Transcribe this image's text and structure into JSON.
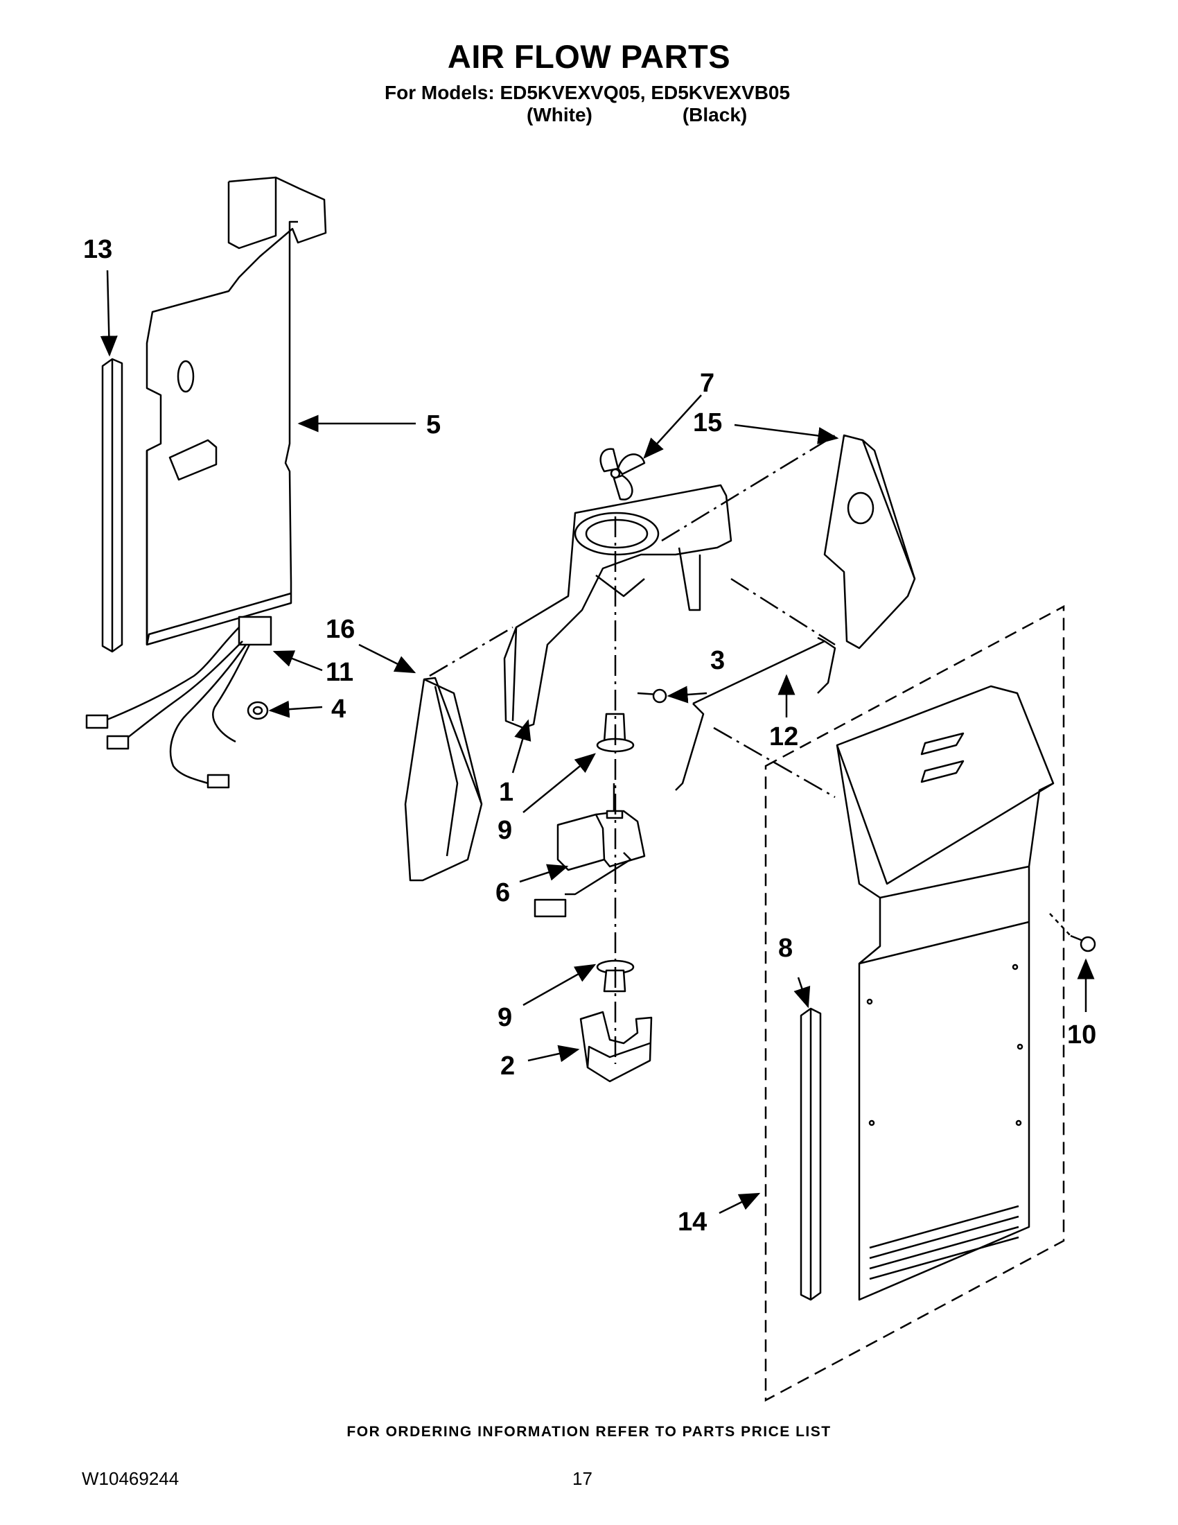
{
  "header": {
    "title": "AIR FLOW PARTS",
    "models_line": "For Models: ED5KVEXVQ05, ED5KVEXVB05",
    "color_white": "(White)",
    "color_black": "(Black)"
  },
  "callouts": {
    "c1": "1",
    "c2": "2",
    "c3": "3",
    "c4": "4",
    "c5": "5",
    "c6": "6",
    "c7": "7",
    "c8": "8",
    "c9a": "9",
    "c9b": "9",
    "c10": "10",
    "c11": "11",
    "c12": "12",
    "c13": "13",
    "c14": "14",
    "c15": "15",
    "c16": "16"
  },
  "footer": {
    "note": "FOR ORDERING INFORMATION REFER TO PARTS PRICE LIST",
    "doc_number": "W10469244",
    "page_number": "17"
  }
}
